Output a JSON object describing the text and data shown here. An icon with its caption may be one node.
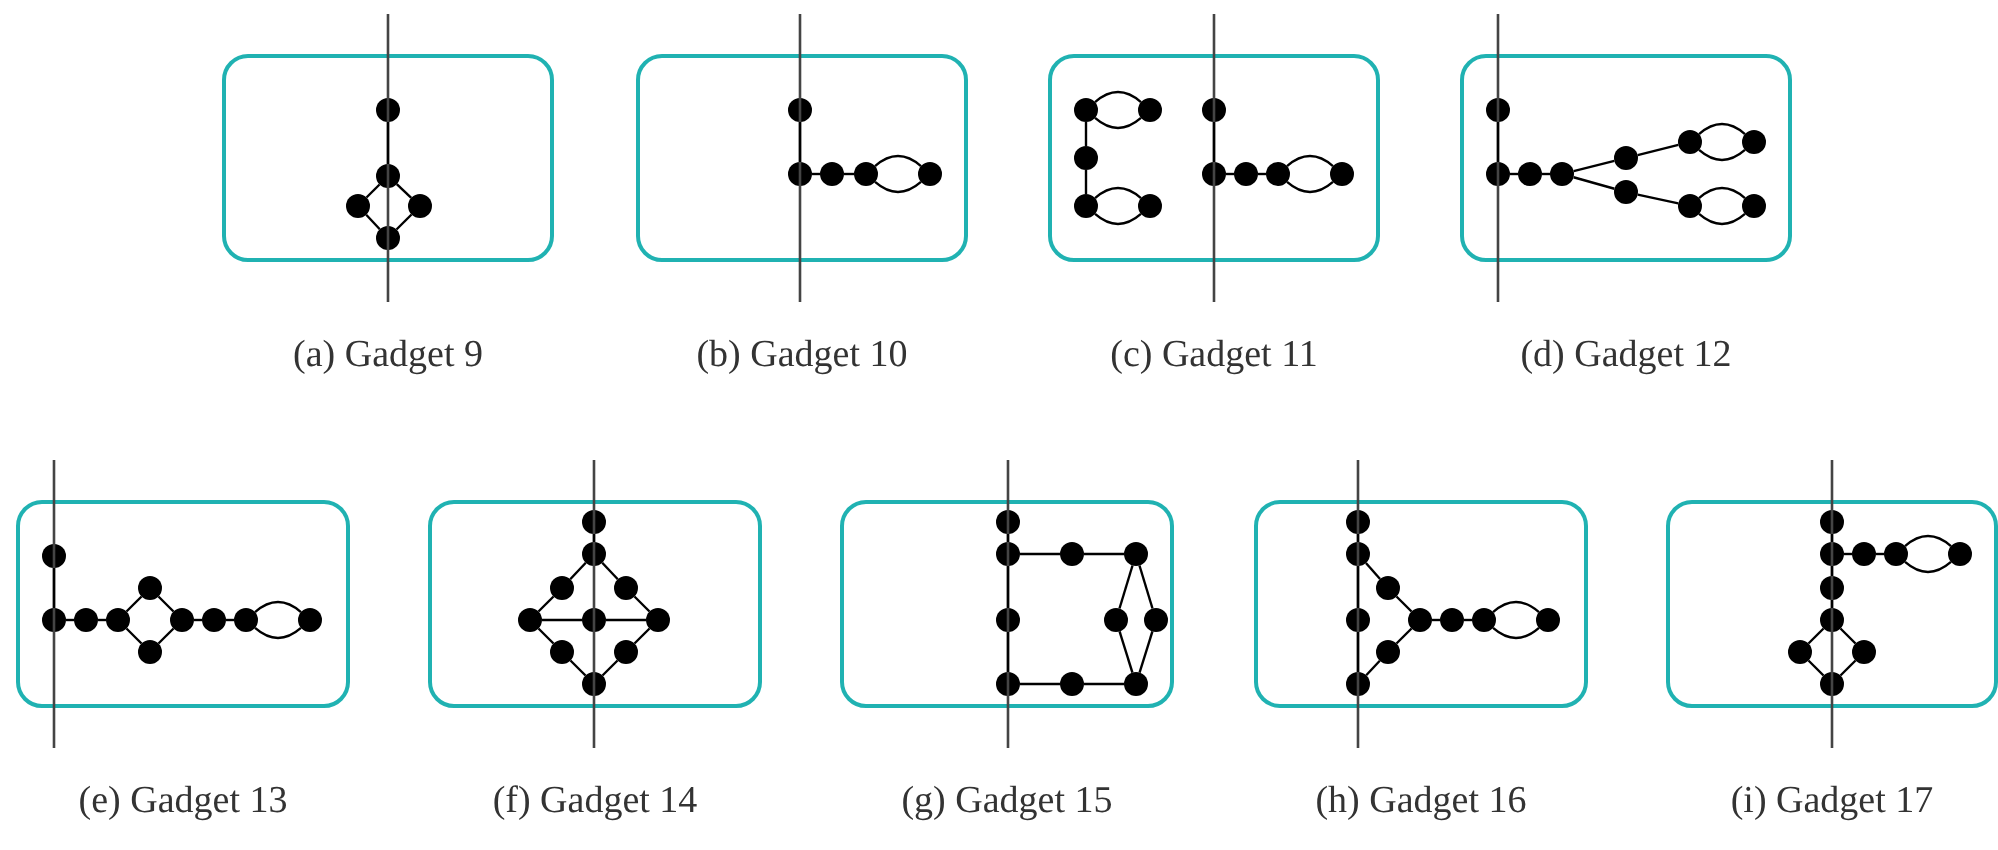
{
  "diagram": {
    "nodes": [
      {
        "text": [],
        "shape": "box",
        "beside": [
          "(a) Gadget 9"
        ]
      },
      {
        "text": [],
        "shape": "circle",
        "in": 0
      },
      {
        "text": [],
        "shape": "circle",
        "in": 0
      },
      {
        "text": [],
        "shape": "circle",
        "in": 0
      },
      {
        "text": [],
        "shape": "circle",
        "in": 0
      },
      {
        "text": [],
        "shape": "circle",
        "in": 0
      },
      {
        "text": [],
        "shape": "box",
        "beside": [
          "(b) Gadget 10"
        ]
      },
      {
        "text": [],
        "shape": "circle",
        "in": 6
      },
      {
        "text": [],
        "shape": "circle",
        "in": 6
      },
      {
        "text": [],
        "shape": "circle",
        "in": 6
      },
      {
        "text": [],
        "shape": "circle",
        "in": 6
      },
      {
        "text": [],
        "shape": "circle",
        "in": 6
      },
      {
        "text": [],
        "shape": "box",
        "beside": [
          "(c) Gadget 11"
        ]
      },
      {
        "text": [],
        "shape": "circle",
        "in": 12
      },
      {
        "text": [],
        "shape": "circle",
        "in": 12
      },
      {
        "text": [],
        "shape": "circle",
        "in": 12
      },
      {
        "text": [],
        "shape": "circle",
        "in": 12
      },
      {
        "text": [],
        "shape": "circle",
        "in": 12
      },
      {
        "text": [],
        "shape": "circle",
        "in": 12
      },
      {
        "text": [],
        "shape": "circle",
        "in": 12
      },
      {
        "text": [],
        "shape": "circle",
        "in": 12
      },
      {
        "text": [],
        "shape": "circle",
        "in": 12
      },
      {
        "text": [],
        "shape": "circle",
        "in": 12
      },
      {
        "text": [],
        "shape": "box",
        "beside": [
          "(d) Gadget 12"
        ]
      },
      {
        "text": [],
        "shape": "circle",
        "in": 23
      },
      {
        "text": [],
        "shape": "circle",
        "in": 23
      },
      {
        "text": [],
        "shape": "circle",
        "in": 23
      },
      {
        "text": [],
        "shape": "circle",
        "in": 23
      },
      {
        "text": [],
        "shape": "circle",
        "in": 23
      },
      {
        "text": [],
        "shape": "circle",
        "in": 23
      },
      {
        "text": [],
        "shape": "circle",
        "in": 23
      },
      {
        "text": [],
        "shape": "circle",
        "in": 23
      },
      {
        "text": [],
        "shape": "circle",
        "in": 23
      },
      {
        "text": [],
        "shape": "circle",
        "in": 23
      },
      {
        "text": [],
        "shape": "box",
        "beside": [
          "(e) Gadget 13"
        ]
      },
      {
        "text": [],
        "shape": "circle",
        "in": 34
      },
      {
        "text": [],
        "shape": "circle",
        "in": 34
      },
      {
        "text": [],
        "shape": "circle",
        "in": 34
      },
      {
        "text": [],
        "shape": "circle",
        "in": 34
      },
      {
        "text": [],
        "shape": "circle",
        "in": 34
      },
      {
        "text": [],
        "shape": "circle",
        "in": 34
      },
      {
        "text": [],
        "shape": "circle",
        "in": 34
      },
      {
        "text": [],
        "shape": "circle",
        "in": 34
      },
      {
        "text": [],
        "shape": "circle",
        "in": 34
      },
      {
        "text": [],
        "shape": "circle",
        "in": 34
      },
      {
        "text": [],
        "shape": "box",
        "beside": [
          "(f) Gadget 14"
        ]
      },
      {
        "text": [],
        "shape": "circle",
        "in": 45
      },
      {
        "text": [],
        "shape": "circle",
        "in": 45
      },
      {
        "text": [],
        "shape": "circle",
        "in": 45
      },
      {
        "text": [],
        "shape": "circle",
        "in": 45
      },
      {
        "text": [],
        "shape": "circle",
        "in": 45
      },
      {
        "text": [],
        "shape": "circle",
        "in": 45
      },
      {
        "text": [],
        "shape": "circle",
        "in": 45
      },
      {
        "text": [],
        "shape": "circle",
        "in": 45
      },
      {
        "text": [],
        "shape": "circle",
        "in": 45
      },
      {
        "text": [],
        "shape": "circle",
        "in": 45
      },
      {
        "text": [],
        "shape": "box",
        "beside": [
          "(g) Gadget 15"
        ]
      },
      {
        "text": [],
        "shape": "circle",
        "in": 56
      },
      {
        "text": [],
        "shape": "circle",
        "in": 56
      },
      {
        "text": [],
        "shape": "circle",
        "in": 56
      },
      {
        "text": [],
        "shape": "circle",
        "in": 56
      },
      {
        "text": [],
        "shape": "circle",
        "in": 56
      },
      {
        "text": [],
        "shape": "circle",
        "in": 56
      },
      {
        "text": [],
        "shape": "circle",
        "in": 56
      },
      {
        "text": [],
        "shape": "circle",
        "in": 56
      },
      {
        "text": [],
        "shape": "circle",
        "in": 56
      },
      {
        "text": [],
        "shape": "circle",
        "in": 56
      },
      {
        "text": [],
        "shape": "box",
        "beside": [
          "(h) Gadget 16"
        ]
      },
      {
        "text": [],
        "shape": "circle",
        "in": 67
      },
      {
        "text": [],
        "shape": "circle",
        "in": 67
      },
      {
        "text": [],
        "shape": "circle",
        "in": 67
      },
      {
        "text": [],
        "shape": "circle",
        "in": 67
      },
      {
        "text": [],
        "shape": "circle",
        "in": 67
      },
      {
        "text": [],
        "shape": "circle",
        "in": 67
      },
      {
        "text": [],
        "shape": "circle",
        "in": 67
      },
      {
        "text": [],
        "shape": "circle",
        "in": 67
      },
      {
        "text": [],
        "shape": "circle",
        "in": 67
      },
      {
        "text": [],
        "shape": "circle",
        "in": 67
      },
      {
        "text": [],
        "shape": "box",
        "beside": [
          "(i) Gadget 17"
        ]
      },
      {
        "text": [],
        "shape": "circle",
        "in": 78
      },
      {
        "text": [],
        "shape": "circle",
        "in": 78
      },
      {
        "text": [],
        "shape": "circle",
        "in": 78
      },
      {
        "text": [],
        "shape": "circle",
        "in": 78
      },
      {
        "text": [],
        "shape": "circle",
        "in": 78
      },
      {
        "text": [],
        "shape": "circle",
        "in": 78
      },
      {
        "text": [],
        "shape": "circle",
        "in": 78
      },
      {
        "text": [],
        "shape": "circle",
        "in": 78
      },
      {
        "text": [],
        "shape": "circle",
        "in": 78
      },
      {
        "text": [],
        "shape": "circle",
        "in": 78
      }
    ],
    "edges": [
      {
        "from": 1,
        "to": 2,
        "arrow": "none"
      },
      {
        "from": 2,
        "to": 3,
        "arrow": "none"
      },
      {
        "from": 2,
        "to": 4,
        "arrow": "none"
      },
      {
        "from": 3,
        "to": 5,
        "arrow": "none"
      },
      {
        "from": 4,
        "to": 5,
        "arrow": "none"
      },
      {
        "from": 7,
        "to": 8,
        "arrow": "none"
      },
      {
        "from": 8,
        "to": 9,
        "arrow": "none"
      },
      {
        "from": 9,
        "to": 10,
        "arrow": "none"
      },
      {
        "from": 10,
        "to": 11,
        "arrow": "none"
      },
      {
        "from": 10,
        "to": 11,
        "arrow": "none"
      },
      {
        "from": 13,
        "to": 14,
        "arrow": "none"
      },
      {
        "from": 13,
        "to": 14,
        "arrow": "none"
      },
      {
        "from": 13,
        "to": 15,
        "arrow": "none"
      },
      {
        "from": 15,
        "to": 16,
        "arrow": "none"
      },
      {
        "from": 16,
        "to": 17,
        "arrow": "none"
      },
      {
        "from": 16,
        "to": 17,
        "arrow": "none"
      },
      {
        "from": 18,
        "to": 19,
        "arrow": "none"
      },
      {
        "from": 19,
        "to": 20,
        "arrow": "none"
      },
      {
        "from": 20,
        "to": 21,
        "arrow": "none"
      },
      {
        "from": 21,
        "to": 22,
        "arrow": "none"
      },
      {
        "from": 21,
        "to": 22,
        "arrow": "none"
      },
      {
        "from": 24,
        "to": 25,
        "arrow": "none"
      },
      {
        "from": 25,
        "to": 26,
        "arrow": "none"
      },
      {
        "from": 26,
        "to": 27,
        "arrow": "none"
      },
      {
        "from": 27,
        "to": 28,
        "arrow": "none"
      },
      {
        "from": 27,
        "to": 29,
        "arrow": "none"
      },
      {
        "from": 28,
        "to": 30,
        "arrow": "none"
      },
      {
        "from": 30,
        "to": 31,
        "arrow": "none"
      },
      {
        "from": 30,
        "to": 31,
        "arrow": "none"
      },
      {
        "from": 29,
        "to": 32,
        "arrow": "none"
      },
      {
        "from": 32,
        "to": 33,
        "arrow": "none"
      },
      {
        "from": 32,
        "to": 33,
        "arrow": "none"
      },
      {
        "from": 35,
        "to": 36,
        "arrow": "none"
      },
      {
        "from": 36,
        "to": 37,
        "arrow": "none"
      },
      {
        "from": 37,
        "to": 38,
        "arrow": "none"
      },
      {
        "from": 38,
        "to": 39,
        "arrow": "none"
      },
      {
        "from": 38,
        "to": 40,
        "arrow": "none"
      },
      {
        "from": 39,
        "to": 41,
        "arrow": "none"
      },
      {
        "from": 40,
        "to": 41,
        "arrow": "none"
      },
      {
        "from": 41,
        "to": 42,
        "arrow": "none"
      },
      {
        "from": 42,
        "to": 43,
        "arrow": "none"
      },
      {
        "from": 43,
        "to": 44,
        "arrow": "none"
      },
      {
        "from": 43,
        "to": 44,
        "arrow": "none"
      },
      {
        "from": 46,
        "to": 47,
        "arrow": "none"
      },
      {
        "from": 47,
        "to": 48,
        "arrow": "none"
      },
      {
        "from": 47,
        "to": 49,
        "arrow": "none"
      },
      {
        "from": 48,
        "to": 50,
        "arrow": "none"
      },
      {
        "from": 49,
        "to": 52,
        "arrow": "none"
      },
      {
        "from": 50,
        "to": 51,
        "arrow": "none"
      },
      {
        "from": 51,
        "to": 52,
        "arrow": "none"
      },
      {
        "from": 50,
        "to": 53,
        "arrow": "none"
      },
      {
        "from": 52,
        "to": 54,
        "arrow": "none"
      },
      {
        "from": 53,
        "to": 55,
        "arrow": "none"
      },
      {
        "from": 54,
        "to": 55,
        "arrow": "none"
      },
      {
        "from": 57,
        "to": 58,
        "arrow": "none"
      },
      {
        "from": 58,
        "to": 59,
        "arrow": "none"
      },
      {
        "from": 59,
        "to": 60,
        "arrow": "none"
      },
      {
        "from": 58,
        "to": 61,
        "arrow": "none"
      },
      {
        "from": 61,
        "to": 64,
        "arrow": "none"
      },
      {
        "from": 64,
        "to": 65,
        "arrow": "none"
      },
      {
        "from": 65,
        "to": 66,
        "arrow": "none"
      },
      {
        "from": 60,
        "to": 62,
        "arrow": "none"
      },
      {
        "from": 62,
        "to": 66,
        "arrow": "none"
      },
      {
        "from": 60,
        "to": 63,
        "arrow": "none"
      },
      {
        "from": 63,
        "to": 66,
        "arrow": "none"
      },
      {
        "from": 68,
        "to": 69,
        "arrow": "none"
      },
      {
        "from": 69,
        "to": 70,
        "arrow": "none"
      },
      {
        "from": 70,
        "to": 71,
        "arrow": "none"
      },
      {
        "from": 69,
        "to": 72,
        "arrow": "none"
      },
      {
        "from": 72,
        "to": 73,
        "arrow": "none"
      },
      {
        "from": 71,
        "to": 74,
        "arrow": "none"
      },
      {
        "from": 74,
        "to": 73,
        "arrow": "none"
      },
      {
        "from": 73,
        "to": 75,
        "arrow": "none"
      },
      {
        "from": 75,
        "to": 76,
        "arrow": "none"
      },
      {
        "from": 76,
        "to": 77,
        "arrow": "none"
      },
      {
        "from": 76,
        "to": 77,
        "arrow": "none"
      },
      {
        "from": 79,
        "to": 80,
        "arrow": "none"
      },
      {
        "from": 80,
        "to": 81,
        "arrow": "none"
      },
      {
        "from": 81,
        "to": 82,
        "arrow": "none"
      },
      {
        "from": 82,
        "to": 83,
        "arrow": "none"
      },
      {
        "from": 82,
        "to": 83,
        "arrow": "none"
      },
      {
        "from": 80,
        "to": 84,
        "arrow": "none"
      },
      {
        "from": 84,
        "to": 85,
        "arrow": "none"
      },
      {
        "from": 85,
        "to": 86,
        "arrow": "none"
      },
      {
        "from": 85,
        "to": 87,
        "arrow": "none"
      },
      {
        "from": 86,
        "to": 88,
        "arrow": "none"
      },
      {
        "from": 87,
        "to": 88,
        "arrow": "none"
      }
    ]
  }
}
